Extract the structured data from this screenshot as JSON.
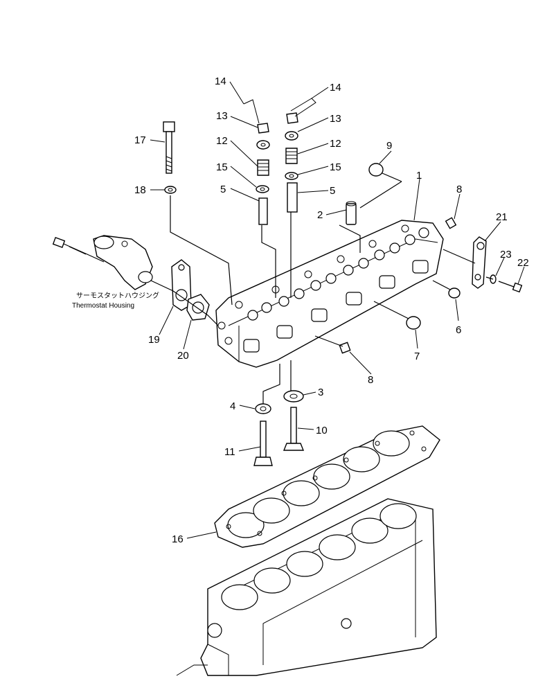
{
  "labels": {
    "p1": "1",
    "p2": "2",
    "p3": "3",
    "p4": "4",
    "p5a": "5",
    "p5b": "5",
    "p6": "6",
    "p7": "7",
    "p8a": "8",
    "p8b": "8",
    "p9": "9",
    "p10": "10",
    "p11": "11",
    "p12a": "12",
    "p12b": "12",
    "p13a": "13",
    "p13b": "13",
    "p14a": "14",
    "p14b": "14",
    "p15a": "15",
    "p15b": "15",
    "p16": "16",
    "p17": "17",
    "p18": "18",
    "p19": "19",
    "p20": "20",
    "p21": "21",
    "p22": "22",
    "p23": "23"
  },
  "caption": {
    "japanese": "サーモスタットハウジング",
    "english": "Thermostat  Housing"
  }
}
